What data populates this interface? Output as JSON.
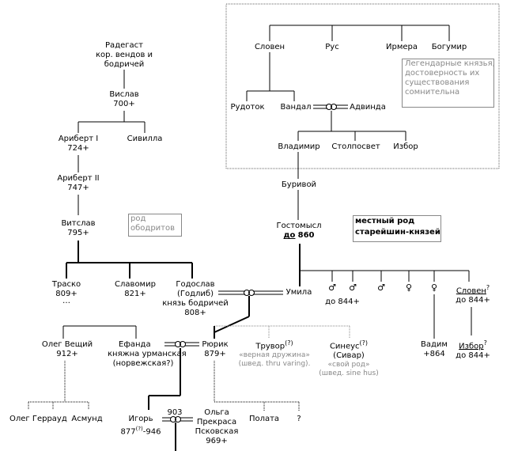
{
  "people": {
    "radegast": [
      "Радегаст",
      "кор. вендов и",
      "бодричей"
    ],
    "vislav": [
      "Вислав",
      "700+"
    ],
    "aribert1": [
      "Ариберт I",
      "724+"
    ],
    "sivilla": "Сивилла",
    "aribert2": [
      "Ариберт II",
      "747+"
    ],
    "vitslav": [
      "Витслав",
      "795+"
    ],
    "trasko": [
      "Траско",
      "809+",
      "…"
    ],
    "slavomir": [
      "Славомир",
      "821+"
    ],
    "godoslav": [
      "Годослав",
      "(Годлиб)",
      "князь бодричей",
      "808+"
    ],
    "umila": "Умила",
    "sloven": "Словен",
    "rus": "Рус",
    "irmera": "Ирмера",
    "bogumir": "Богумир",
    "rudotok": "Рудоток",
    "vandal": "Вандал",
    "advinda": "Адвинда",
    "vladimir": "Владимир",
    "stolposvet": "Столпосвет",
    "izbor": "Избор",
    "burivoy": "Буривой",
    "gostomysl": [
      "Гостомысл",
      "до",
      "860"
    ],
    "daughters": [
      "до 844+"
    ],
    "vadim": [
      "Вадим",
      "+864"
    ],
    "sloven2": [
      "Словен",
      "?",
      "до 844+"
    ],
    "izbor2": [
      "Избор",
      "?",
      "до 844+"
    ],
    "oleg": [
      "Олег Вещий",
      "912+"
    ],
    "efanda": [
      "Ефанда",
      "княжна урманская",
      "(норвежская?)"
    ],
    "ryurik": [
      "Рюрик",
      "879+"
    ],
    "truvor": [
      "Трувор",
      "(?)",
      "«верная дружина»",
      "(швед. thru varing)."
    ],
    "sineus": [
      "Синеус",
      "(?)",
      "(Сивар)",
      "«свой род»",
      "(швед. sine hus)"
    ],
    "oleg_gerraud": "Олег Геррауд",
    "asmund": "Асмунд",
    "igor": [
      "Игорь",
      "877",
      "(?)",
      "-946"
    ],
    "year903": "903",
    "olga": [
      "Ольга",
      "Прекраса",
      "Псковская",
      "969+"
    ],
    "polata": "Полата",
    "question": "?"
  },
  "notes": {
    "legendary": [
      "Легендарные князья,",
      "достоверность их",
      "существования",
      "сомнительна"
    ],
    "obodrit": [
      "род",
      "ободритов"
    ],
    "local": [
      "местный род",
      "старейшин-князей"
    ]
  },
  "symbols": {
    "male": "♂",
    "female": "♀",
    "union": "═◯═"
  }
}
